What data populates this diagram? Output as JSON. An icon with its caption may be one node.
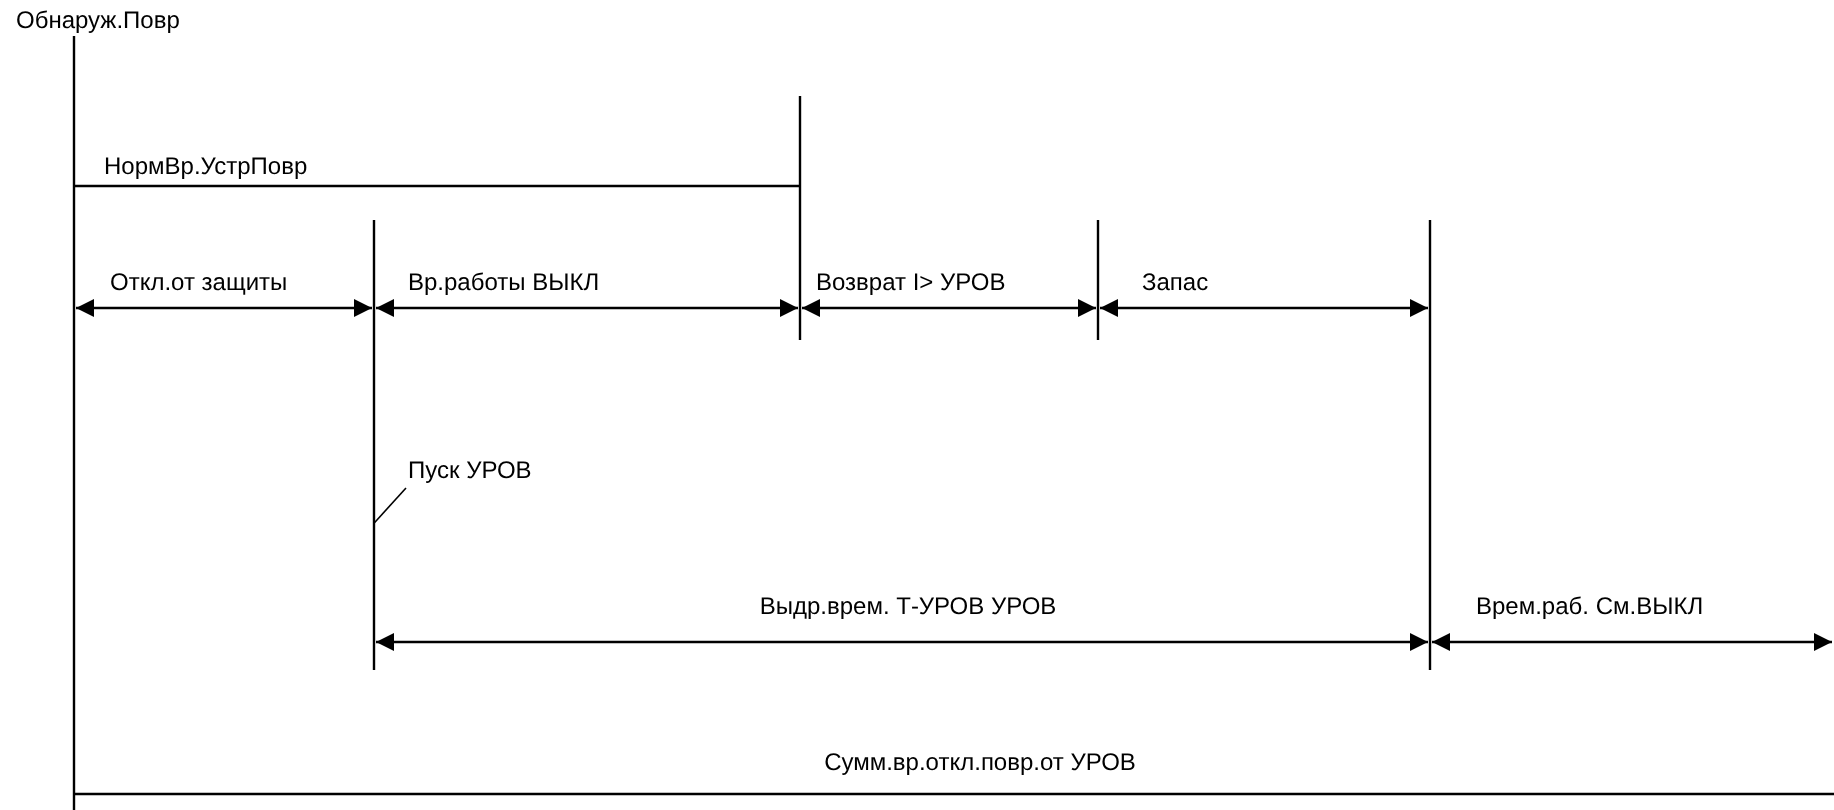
{
  "diagram": {
    "nodes": [
      {
        "text": [
          "Пуск УРОВ"
        ]
      },
      {
        "text": [],
        "shape": "line"
      }
    ],
    "edges": [
      {
        "from": 0,
        "to": 1,
        "arrow": "none"
      }
    ],
    "labels": [
      "Обнаруж.Повр",
      "НормВр.УстрПовр",
      "Откл.от защиты",
      "Вр.работы ВЫКЛ",
      "Возврат I> УРОВ",
      "Запас",
      "Выдр.врем. Т-УРОВ УРОВ",
      "Врем.раб. См.ВЫКЛ",
      "Сумм.вр.откл.повр.от УРОВ"
    ]
  }
}
